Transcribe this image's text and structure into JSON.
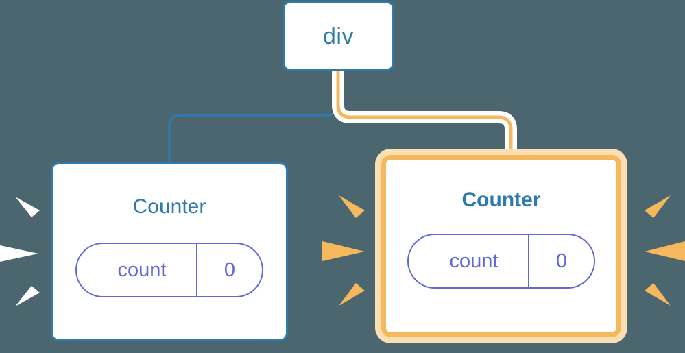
{
  "diagram": {
    "title": "component-tree-re-render",
    "background_color": "#4c6670",
    "accent_blue": "#2e7aad",
    "accent_orange": "#f6b85c",
    "accent_purple": "#6366d8",
    "highlight_glow_color": "#fbdfb2",
    "white": "#ffffff"
  },
  "nodes": {
    "root": {
      "label": "div",
      "type": "html-element",
      "highlighted": false,
      "border_color": "#2e7aad"
    },
    "child_left": {
      "label": "Counter",
      "type": "component",
      "highlighted": false,
      "border_color": "#2e7aad",
      "prop": {
        "key": "count",
        "value": "0"
      },
      "burst_color": "#ffffff",
      "burst_count": 3
    },
    "child_right": {
      "label": "Counter",
      "type": "component",
      "highlighted": true,
      "border_color": "#f6b85c",
      "prop": {
        "key": "count",
        "value": "0"
      },
      "burst_color": "#f6b85c",
      "burst_count": 6
    }
  },
  "edges": [
    {
      "name": "root-to-left-counter",
      "from": "root",
      "to": "child_left",
      "color": "#2e7aad",
      "highlighted": false
    },
    {
      "name": "root-to-right-counter",
      "from": "root",
      "to": "child_right",
      "color": "#f6b85c",
      "highlighted": true,
      "halo_color": "#ffffff"
    }
  ]
}
